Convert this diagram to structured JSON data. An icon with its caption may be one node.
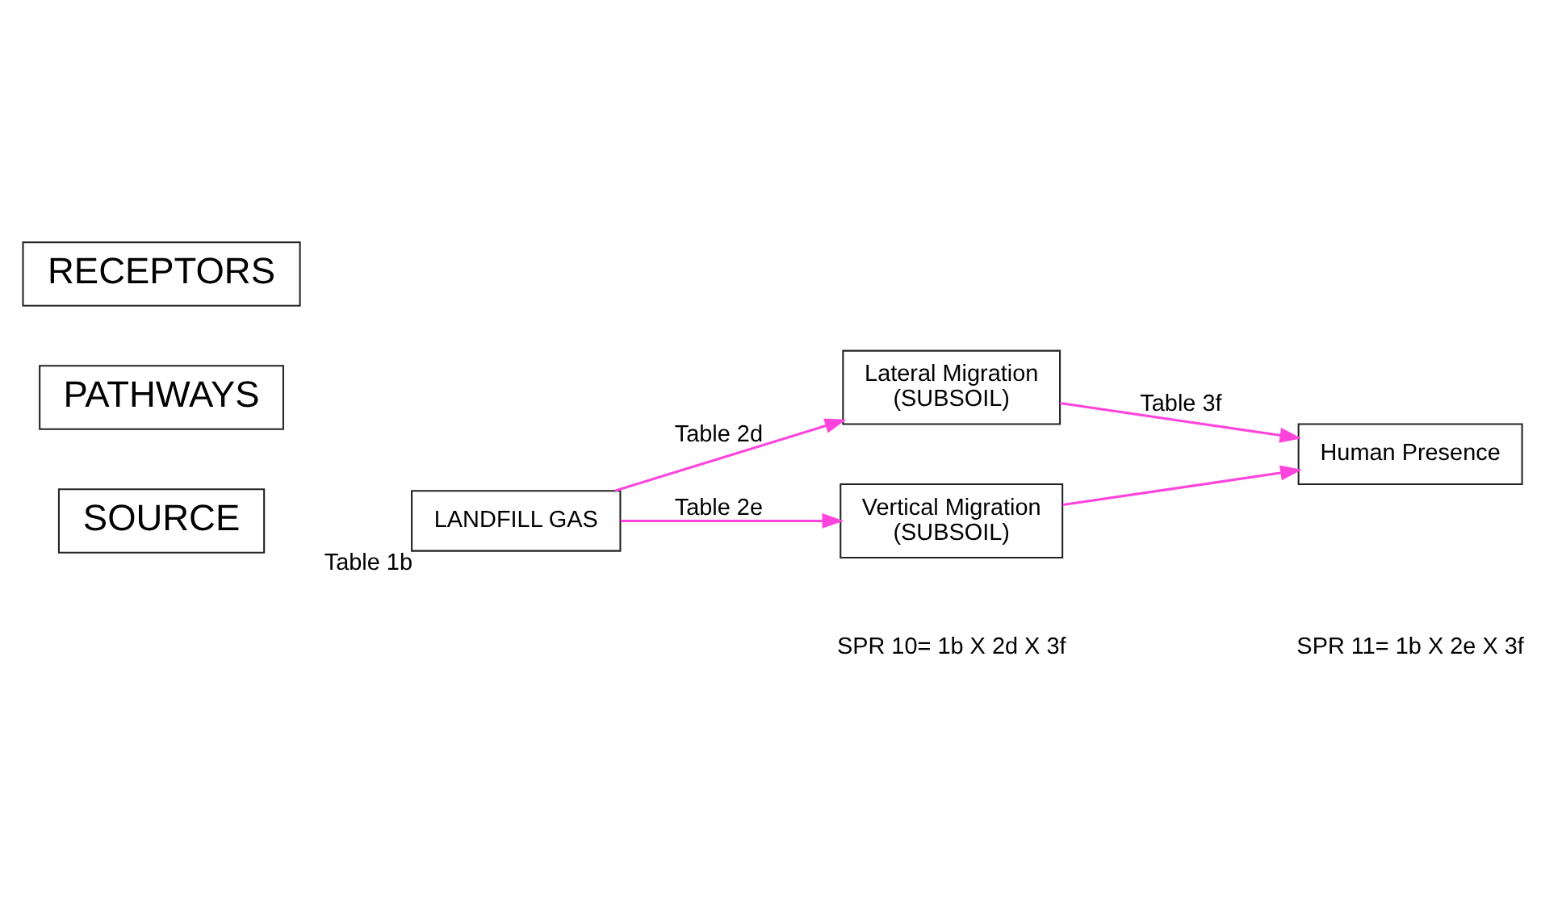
{
  "diagram": {
    "nodes": [
      {
        "text": [
          "SOURCE"
        ]
      },
      {
        "text": [
          "PATHWAYS"
        ]
      },
      {
        "text": [
          "RECEPTORS"
        ]
      },
      {
        "text": [
          "LANDFILL GAS"
        ],
        "beside": [
          "Table 1b"
        ]
      },
      {
        "text": [
          "Lateral Migration",
          "(SUBSOIL)"
        ]
      },
      {
        "text": [
          "Vertical Migration",
          "(SUBSOIL)"
        ]
      },
      {
        "text": [
          "Human Presence"
        ]
      }
    ],
    "edges": [
      {
        "from": 3,
        "to": 4,
        "arrow": "to",
        "label": "Table 2d"
      },
      {
        "from": 3,
        "to": 5,
        "arrow": "to",
        "label": "Table 2e"
      },
      {
        "from": 4,
        "to": 6,
        "arrow": "to",
        "label": "Table 3f"
      },
      {
        "from": 5,
        "to": 6,
        "arrow": "to"
      }
    ],
    "labels": [
      "SPR 10= 1b X 2d X 3f",
      "SPR 11= 1b X 2e X 3f"
    ]
  }
}
